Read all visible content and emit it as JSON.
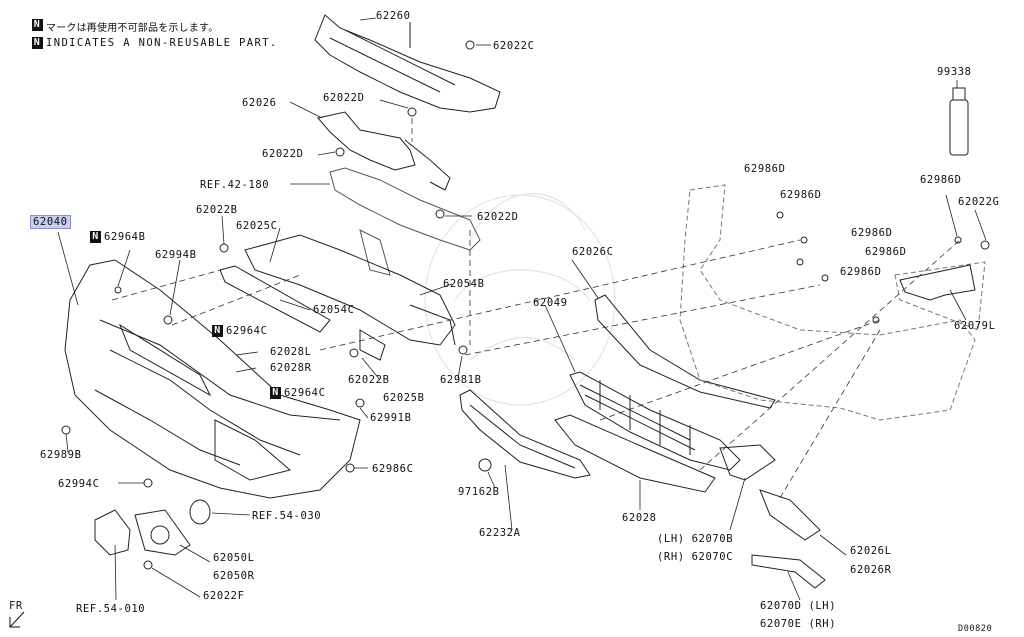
{
  "notes": {
    "jp": "マークは再使用不可部品を示します。",
    "en": "INDICATES A NON-REUSABLE PART.",
    "mark": "N"
  },
  "labels": {
    "p62260": "62260",
    "p62022C": "62022C",
    "p99338": "99338",
    "p62026": "62026",
    "p62022D_a": "62022D",
    "p62022D_b": "62022D",
    "p62022D_c": "62022D",
    "ref42": "REF.42-180",
    "p62022B_a": "62022B",
    "p62025C": "62025C",
    "p62040": "62040",
    "p62964B": "62964B",
    "p62994B": "62994B",
    "p62054B": "62054B",
    "p62054C": "62054C",
    "p62964C_a": "62964C",
    "p62028L": "62028L",
    "p62028R": "62028R",
    "p62964C_b": "62964C",
    "p62022B_b": "62022B",
    "p62025B": "62025B",
    "p62981B": "62981B",
    "p62991B": "62991B",
    "p62049": "62049",
    "p62026C": "62026C",
    "p62986D_1": "62986D",
    "p62986D_2": "62986D",
    "p62986D_3": "62986D",
    "p62986D_4": "62986D",
    "p62986D_5": "62986D",
    "p62986D_6": "62986D",
    "p62022G": "62022G",
    "p62079L": "62079L",
    "p62989B": "62989B",
    "p62994C": "62994C",
    "p62986C": "62986C",
    "ref54_030": "REF.54-030",
    "p62050L": "62050L",
    "p62050R": "62050R",
    "p62022F": "62022F",
    "ref54_010": "REF.54-010",
    "p97162B": "97162B",
    "p62232A": "62232A",
    "p62028": "62028",
    "p62070B": "(LH) 62070B",
    "p62070C": "(RH) 62070C",
    "p62026L": "62026L",
    "p62026R": "62026R",
    "p62070D": "62070D (LH)",
    "p62070E": "62070E (RH)",
    "fr": "FR",
    "code": "D00820"
  }
}
